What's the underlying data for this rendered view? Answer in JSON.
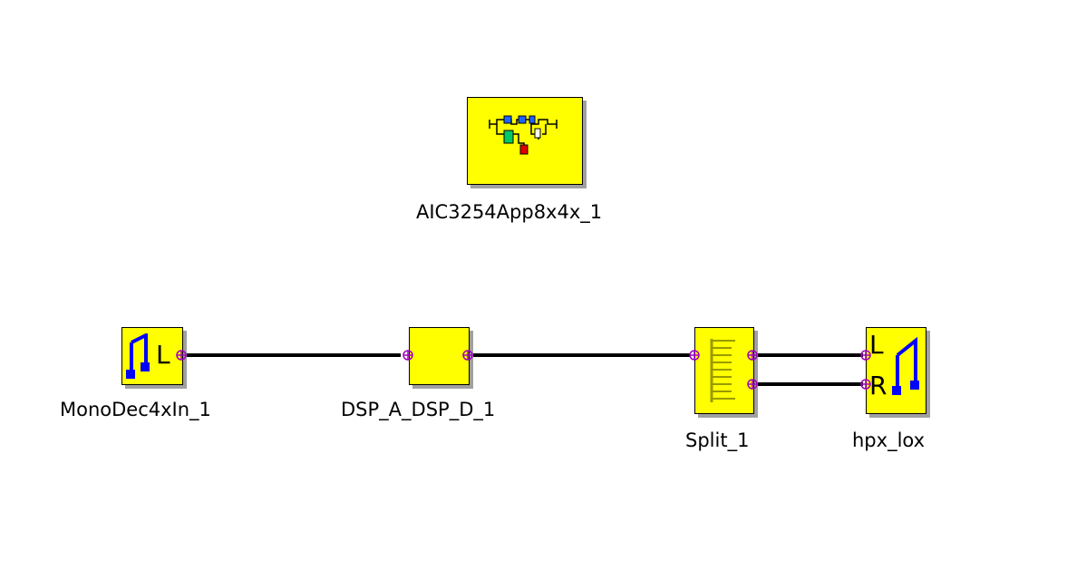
{
  "blocks": {
    "app": {
      "label": "AIC3254App8x4x_1",
      "icon": "processing-flow-icon"
    },
    "mono_input": {
      "label": "MonoDec4xIn_1",
      "icon": "music-note-icon",
      "port_letter": "L"
    },
    "dsp": {
      "label": "DSP_A_DSP_D_1"
    },
    "split": {
      "label": "Split_1",
      "icon": "splitter-comb-icon"
    },
    "output": {
      "label": "hpx_lox",
      "icon": "music-note-icon",
      "port_letters": [
        "L",
        "R"
      ]
    }
  },
  "colors": {
    "block_fill": "#ffff00",
    "port": "#a000c0",
    "wire": "#000000",
    "note": "#0000ff"
  }
}
